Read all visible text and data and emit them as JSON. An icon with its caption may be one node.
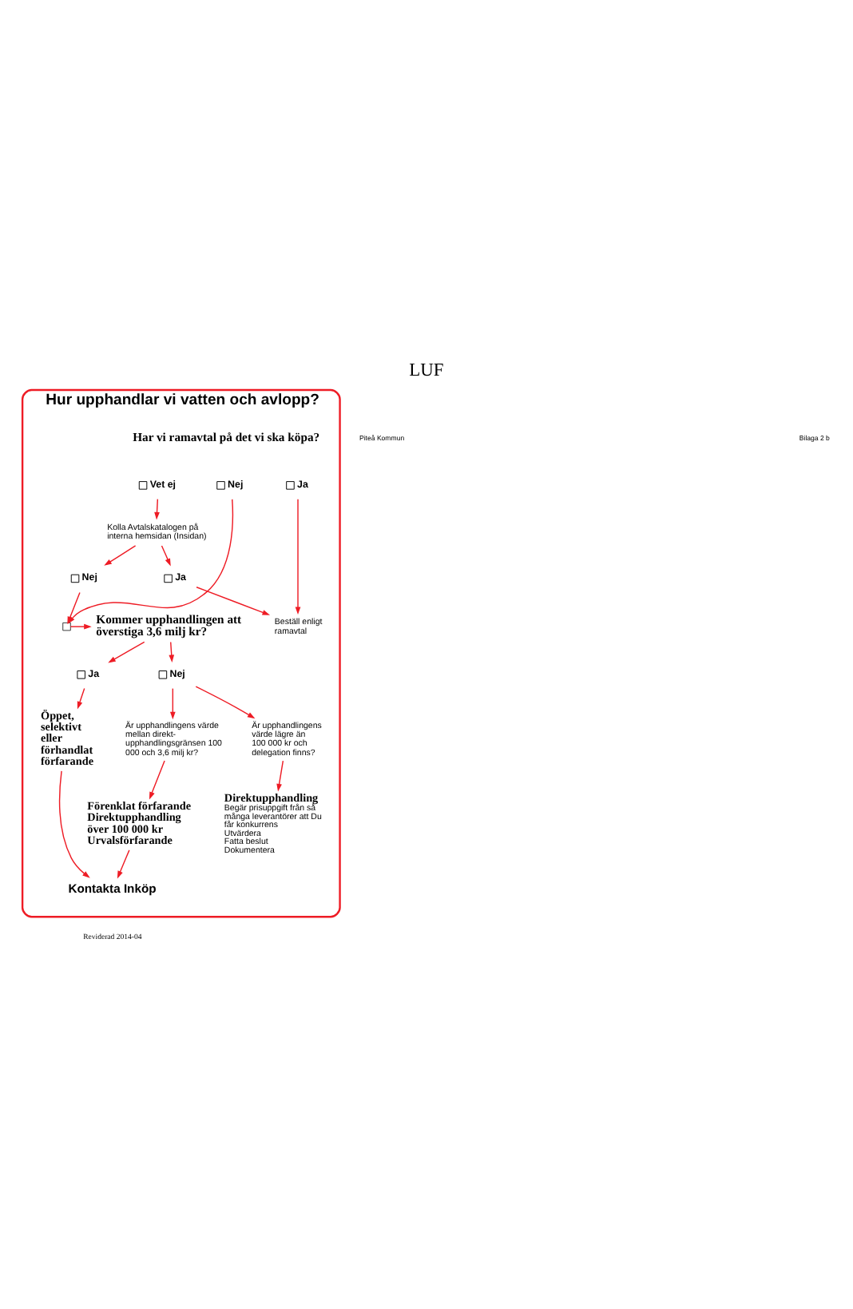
{
  "diagram": {
    "title": "LUF",
    "nodes": [
      {
        "text": [
          "Hur upphandlar vi vatten och avlopp?"
        ]
      },
      {
        "text": [
          "Har vi ramavtal på det vi ska köpa?"
        ],
        "in": 0
      },
      {
        "text": [
          "Nej"
        ],
        "in": 0
      },
      {
        "text": [
          "Vet ej"
        ],
        "in": 0
      },
      {
        "text": [
          "Ja"
        ],
        "in": 0
      },
      {
        "text": [
          "Kolla Avtalskatalogen på interna hemsidan (Insidan)"
        ],
        "in": 0
      },
      {
        "text": [
          "Nej"
        ],
        "in": 0
      },
      {
        "text": [
          "Ja"
        ],
        "in": 0
      },
      {
        "text": [
          "Beställ enligt ramavtal"
        ],
        "in": 0
      },
      {
        "text": [],
        "shape": "box",
        "in": 0
      },
      {
        "text": [
          "Kommer upphandlingen att överstiga 3,6 milj kr?"
        ],
        "in": 0
      },
      {
        "text": [
          "Nej"
        ],
        "in": 0
      },
      {
        "text": [
          "Ja"
        ],
        "in": 0
      },
      {
        "text": [
          "Är upphandlingens värde lägre än 100 000 kr och delegation finns?"
        ],
        "in": 0
      },
      {
        "text": [
          "Är upphandlingens värde mellan direkt- upphandlingsgränsen 100 000 och 3,6 milj kr?"
        ],
        "in": 0
      },
      {
        "text": [
          "Öppet, selektivt eller förhandlat förfarande"
        ],
        "in": 0
      },
      {
        "text": [
          "Direktupphandling",
          "Begär prisuppgift från så många leverantörer att Du får konkurrens",
          "Utvärdera",
          "Fatta beslut",
          "Dokumentera"
        ],
        "in": 0
      },
      {
        "text": [
          "Förenklat förfarande",
          "Direktupphandling över 100 000 kr",
          "Urvalsförfarande"
        ],
        "in": 0
      },
      {
        "text": [
          "Kontakta Inköp"
        ],
        "in": 0
      }
    ],
    "edges": [
      {
        "from": 2,
        "to": 9,
        "arrow": "to"
      },
      {
        "from": 3,
        "to": 5,
        "arrow": "to"
      },
      {
        "from": 4,
        "to": 8,
        "arrow": "to"
      },
      {
        "from": 5,
        "to": 6,
        "arrow": "to"
      },
      {
        "from": 5,
        "to": 7,
        "arrow": "to"
      },
      {
        "from": 7,
        "to": 8,
        "arrow": "to"
      },
      {
        "from": 6,
        "to": 9,
        "arrow": "to"
      },
      {
        "from": 9,
        "to": 10,
        "arrow": "to"
      },
      {
        "from": 10,
        "to": 11,
        "arrow": "to"
      },
      {
        "from": 10,
        "to": 12,
        "arrow": "to"
      },
      {
        "from": 11,
        "to": 13,
        "arrow": "to"
      },
      {
        "from": 11,
        "to": 14,
        "arrow": "to"
      },
      {
        "from": 12,
        "to": 15,
        "arrow": "to"
      },
      {
        "from": 13,
        "to": 16,
        "arrow": "to"
      },
      {
        "from": 14,
        "to": 17,
        "arrow": "to"
      },
      {
        "from": 17,
        "to": 18,
        "arrow": "to"
      },
      {
        "from": 15,
        "to": 18,
        "arrow": "to"
      }
    ],
    "labels": [
      "Piteå Kommun",
      "Bilaga 2 b",
      "Reviderad 2014-04"
    ]
  }
}
